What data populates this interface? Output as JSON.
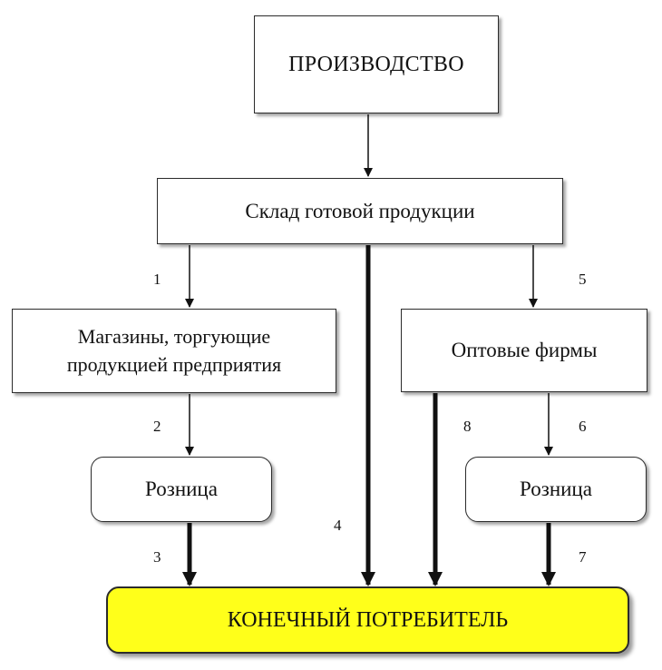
{
  "nodes": {
    "production": "ПРОИЗВОДСТВО",
    "warehouse": "Склад готовой продукции",
    "shops": "Магазины, торгующие продукцией предприятия",
    "wholesale": "Оптовые фирмы",
    "retail_left": "Розница",
    "retail_right": "Розница",
    "consumer": "КОНЕЧНЫЙ ПОТРЕБИТЕЛЬ"
  },
  "edge_labels": [
    "1",
    "2",
    "3",
    "4",
    "5",
    "6",
    "7",
    "8"
  ],
  "colors": {
    "consumer_fill": "#ffff1a",
    "border": "#2b2b2b"
  }
}
